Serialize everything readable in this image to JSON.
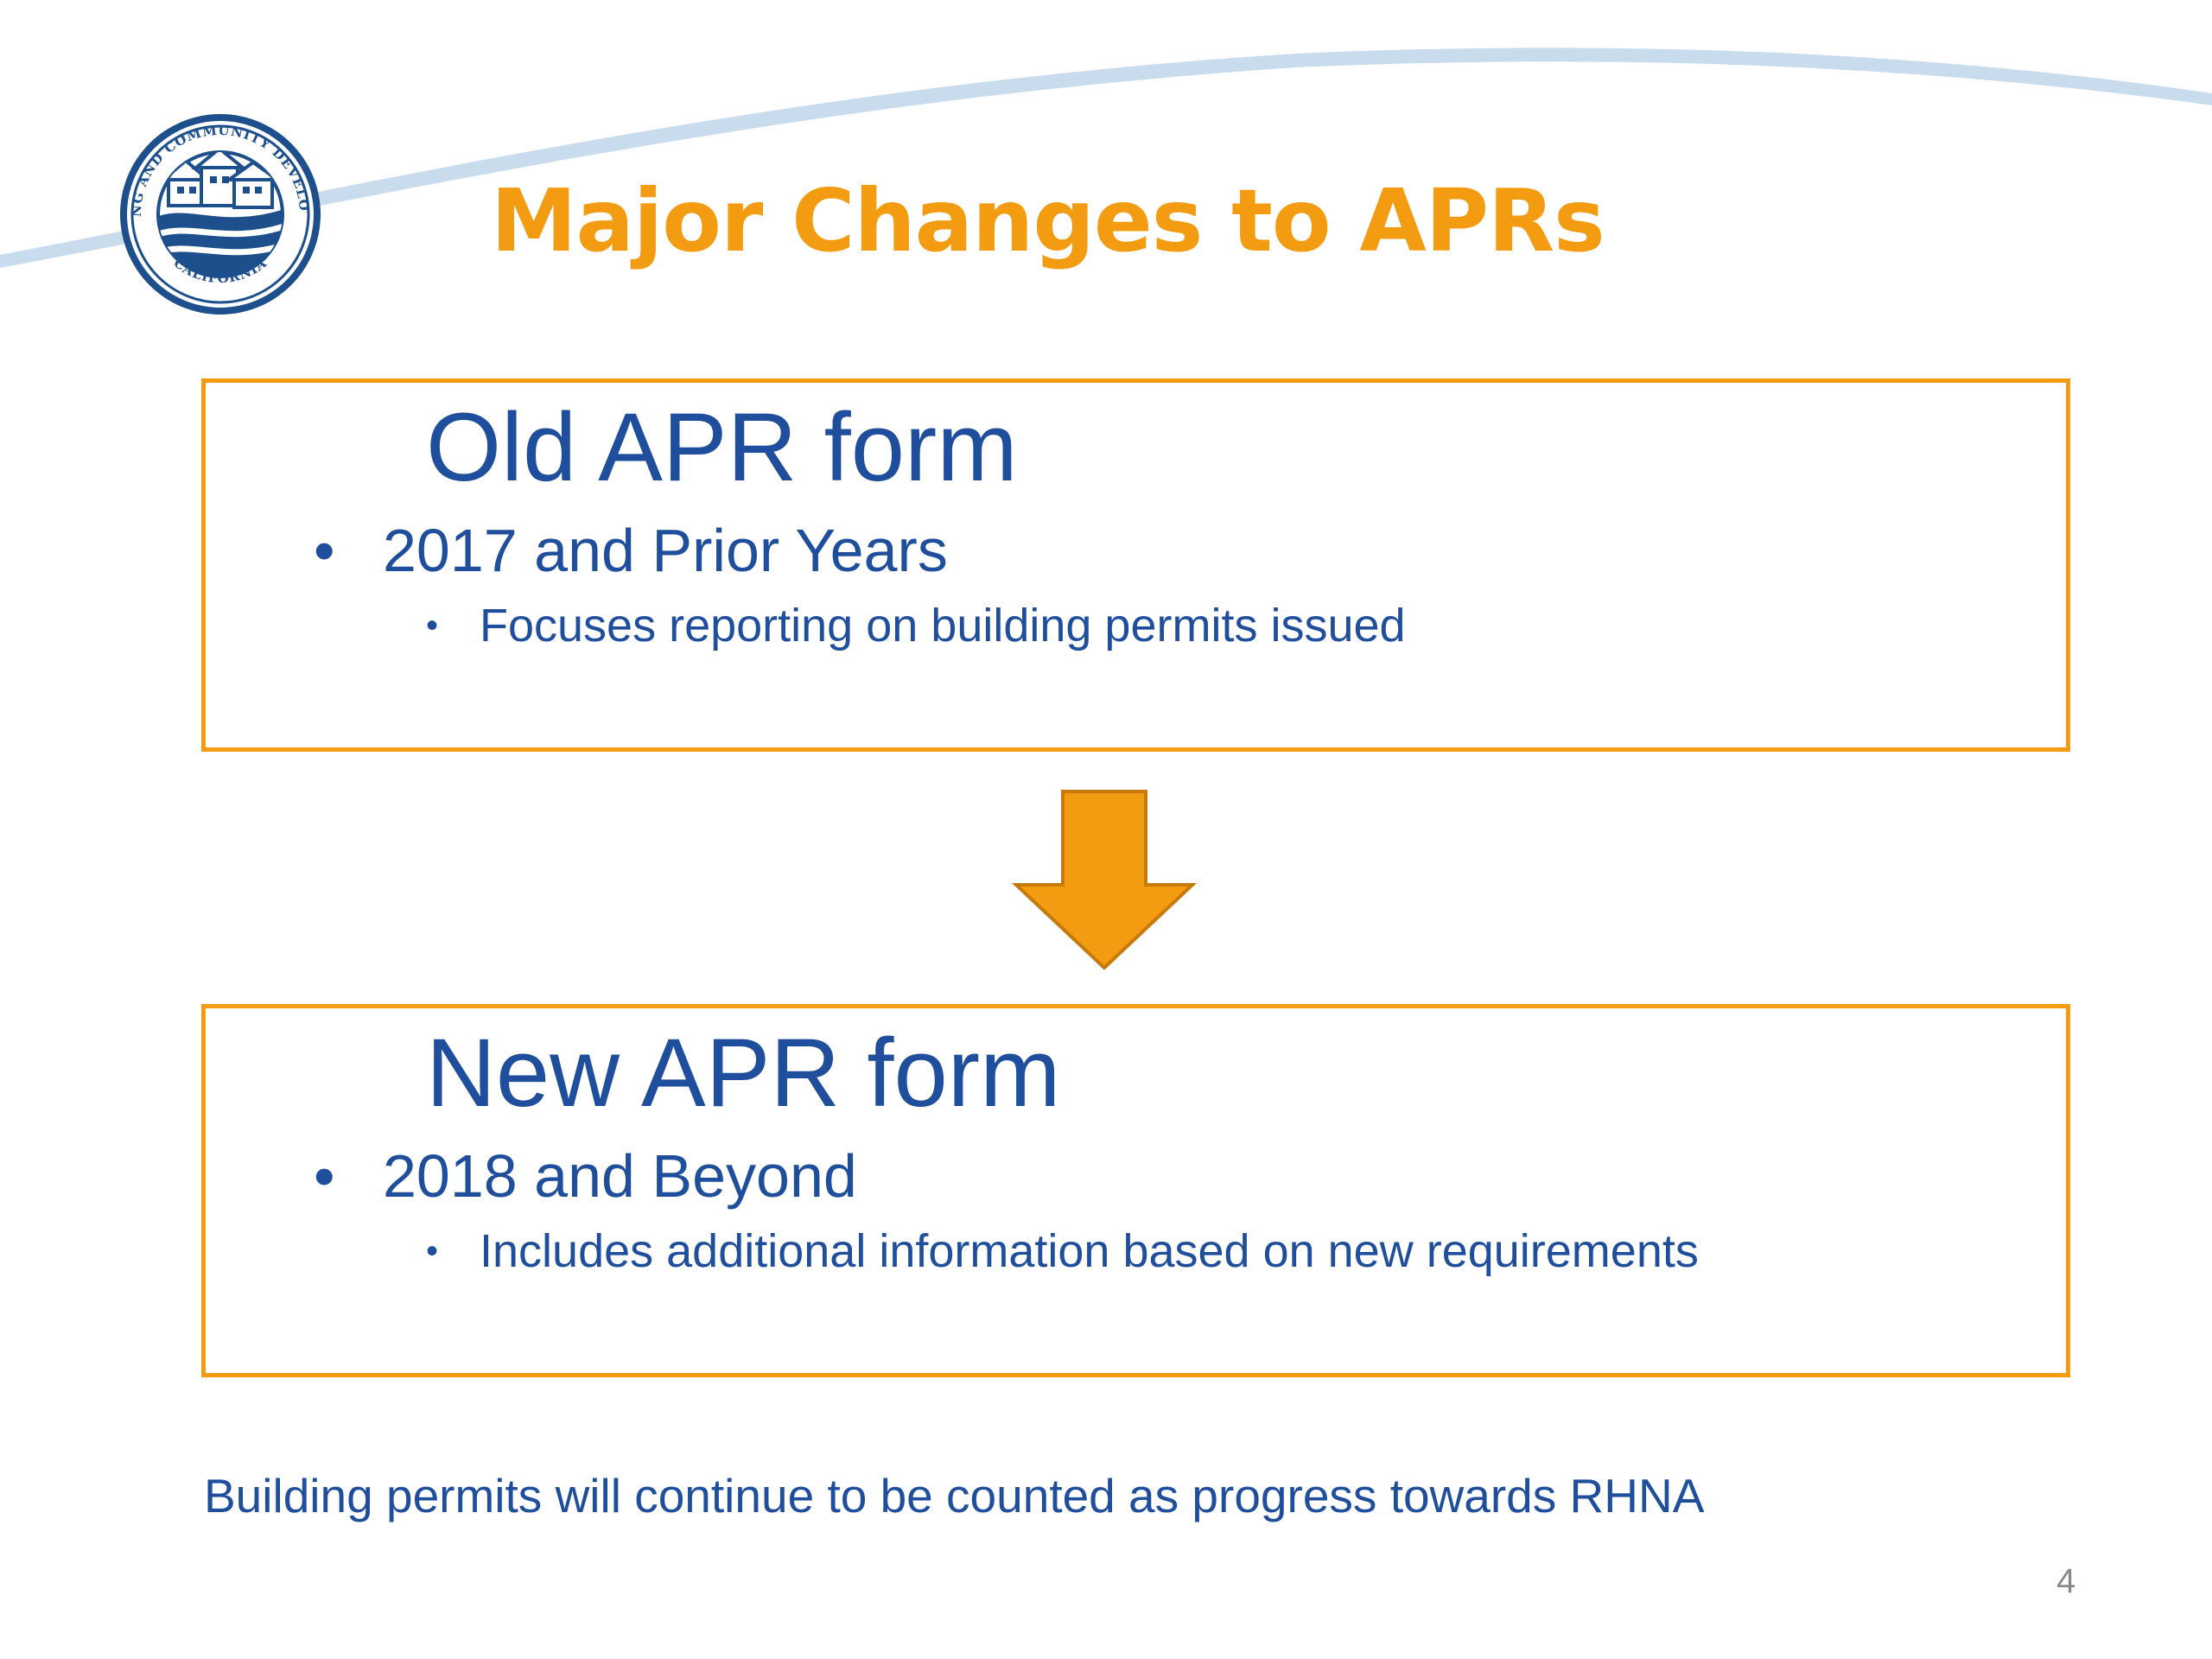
{
  "slide": {
    "title": "Major Changes to APRs",
    "seal": {
      "ring_text_top": "HOUSING AND COMMUNITY DEVELOPMENT",
      "ring_text_bottom": "CALIFORNIA",
      "icon": "hcd-seal-logo"
    },
    "old_form": {
      "heading": "Old APR form",
      "bullet": "2017 and Prior Years",
      "sub_bullet": "Focuses reporting on building permits issued"
    },
    "arrow_icon": "down-arrow-icon",
    "new_form": {
      "heading": "New APR form",
      "bullet": "2018 and Beyond",
      "sub_bullet": "Includes additional information based on new requirements"
    },
    "bullet_glyph": "•",
    "footer_note": "Building permits will continue to be counted as progress towards RHNA",
    "page_number": "4"
  },
  "colors": {
    "accent_orange": "#f39c12",
    "text_blue": "#1f4e9c",
    "swoosh_blue": "#c9dcee",
    "seal_navy": "#1d4f8c"
  }
}
